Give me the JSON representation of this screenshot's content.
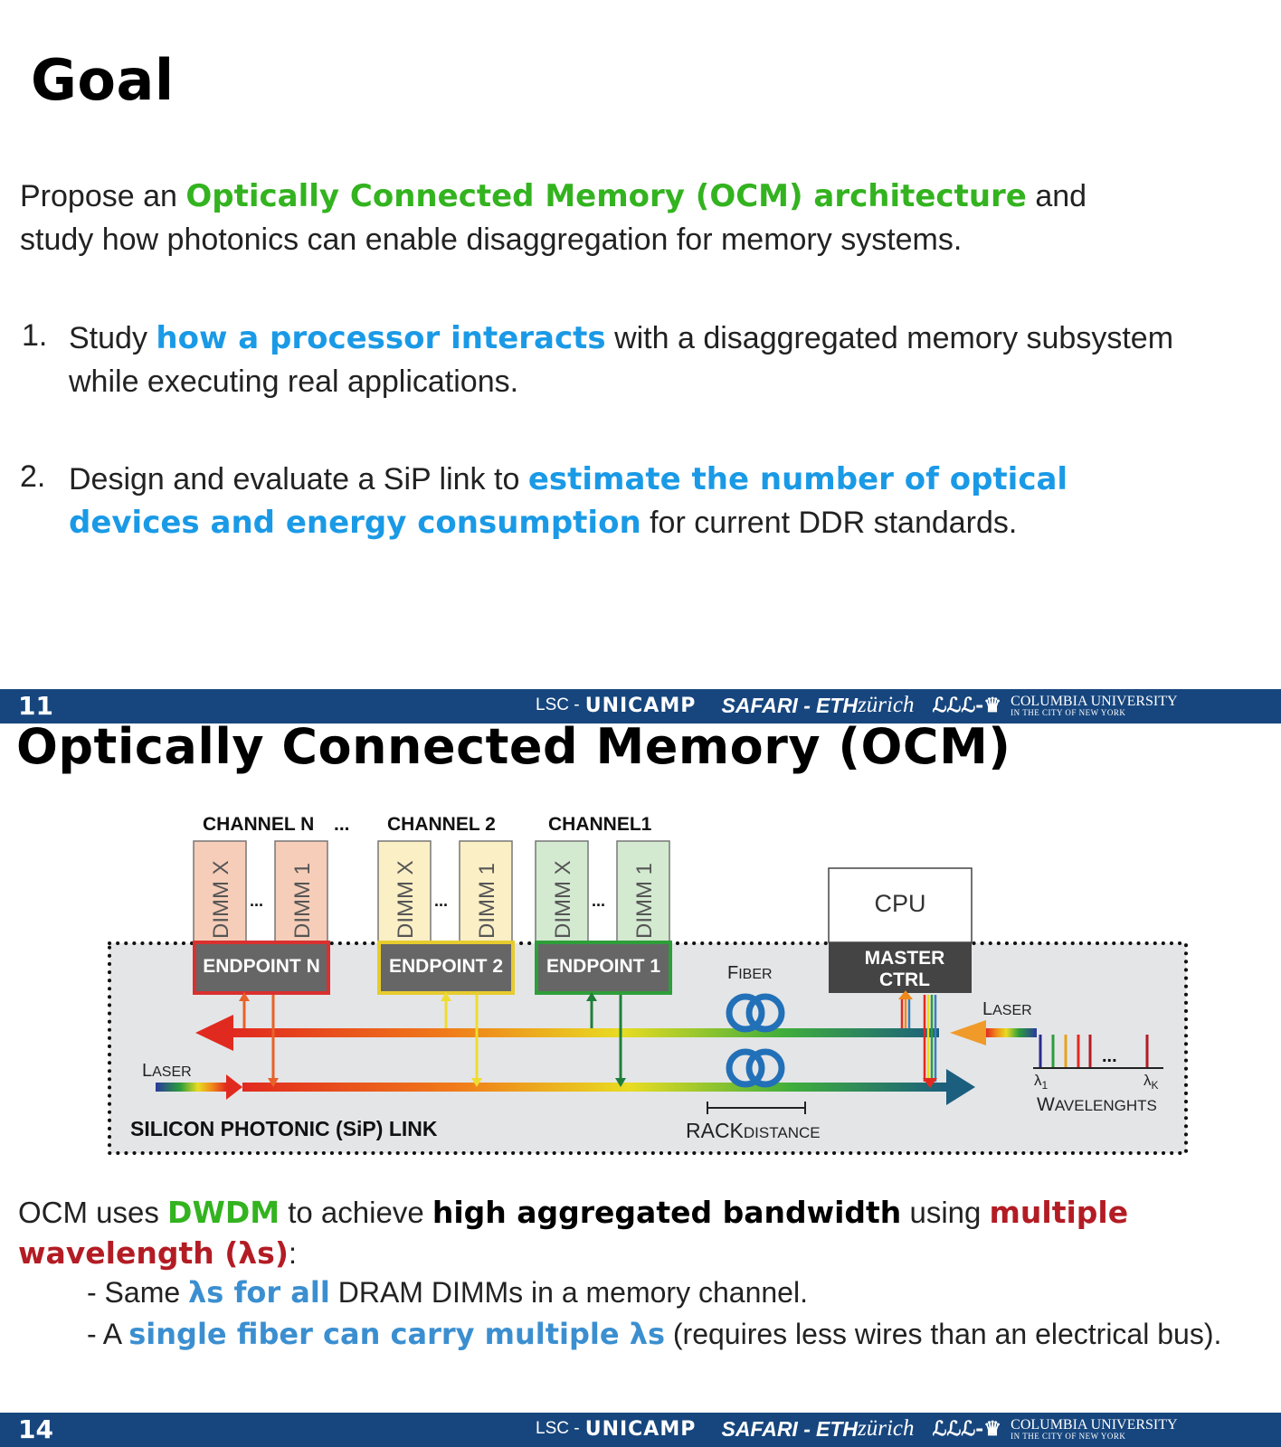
{
  "slide1": {
    "title": "Goal",
    "intro": {
      "pre": "Propose an ",
      "highlight": "Optically Connected Memory (OCM) architecture",
      "post1": " and",
      "line2": "study how photonics can enable disaggregation for memory systems."
    },
    "items": [
      {
        "number": "1.",
        "pre": "Study ",
        "highlight": "how a processor interacts",
        "post": " with a disaggregated memory subsystem",
        "line2": "while executing real applications."
      },
      {
        "number": "2.",
        "pre": "Design and evaluate a SiP link to ",
        "highlight1": "estimate the number of optical",
        "highlight2": "devices and energy consumption",
        "post": " for current DDR standards."
      }
    ],
    "page_number": "11"
  },
  "slide2": {
    "title": "Optically Connected Memory (OCM)",
    "diagram": {
      "channels": [
        {
          "label": "CHANNEL N",
          "endpoint": "ENDPOINT N",
          "dimm_a": "DIMM X",
          "dimm_b": "DIMM 1",
          "color": "#d93030"
        },
        {
          "label": "CHANNEL 2",
          "endpoint": "ENDPOINT 2",
          "dimm_a": "DIMM X",
          "dimm_b": "DIMM 1",
          "color": "#e6cc2e"
        },
        {
          "label": "CHANNEL1",
          "endpoint": "ENDPOINT 1",
          "dimm_a": "DIMM X",
          "dimm_b": "DIMM 1",
          "color": "#2e9e3a"
        }
      ],
      "channel_dots": "...",
      "dimm_dots": "...",
      "cpu": "CPU",
      "master_ctrl_1": "MASTER",
      "master_ctrl_2": "CTRL",
      "fiber_first": "F",
      "fiber_rest": "IBER",
      "laser_first": "L",
      "laser_rest": "ASER",
      "link_label": "SILICON PHOTONIC (SiP) LINK",
      "rack_big": "RACK",
      "rack_small": "DISTANCE",
      "wavelengths_first": "W",
      "wavelengths_rest": "AVELENGHTS",
      "lambda_1": "λ",
      "lambda_1_sub": "1",
      "lambda_k": "λ",
      "lambda_k_sub": "K",
      "spectrum_dots": "..."
    },
    "body": {
      "pre": "OCM uses ",
      "dwdm": "DWDM",
      "mid": " to achieve ",
      "high": "high aggregated bandwidth",
      "using": " using ",
      "multiple": "multiple",
      "wavelength": "wavelength (λs)",
      "colon": ":"
    },
    "bullets": [
      {
        "pre": "- Same ",
        "hl": "λs for all",
        "post": " DRAM DIMMs in a memory channel."
      },
      {
        "pre": "- A ",
        "hl": "single fiber can carry multiple λs",
        "post": " (requires less wires than an electrical bus)."
      }
    ],
    "page_number": "14"
  },
  "footer": {
    "lsc": "LSC - ",
    "unicamp": "UNICAMP",
    "safari": "SAFARI - ",
    "eth": "ETH",
    "zurich": "zürich",
    "lrl": "ℒℒℒ-♛",
    "columbia": "COLUMBIA UNIVERSITY",
    "columbia_sub": "IN THE CITY OF NEW YORK"
  },
  "colors": {
    "footer_bg": "#17467e",
    "green_highlight": "#33b31f",
    "blue_highlight": "#1a9ae6",
    "red_highlight": "#b31c24",
    "link_bg": "#e4e5e7"
  }
}
